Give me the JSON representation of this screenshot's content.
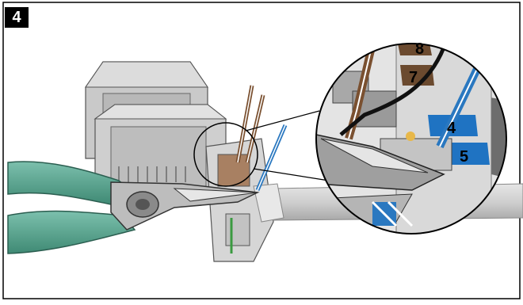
{
  "step": {
    "number": "4"
  },
  "zoom": {
    "labels": {
      "p8": "8",
      "p7": "7",
      "p4": "4",
      "p5": "5"
    }
  },
  "colors": {
    "frame": "#000000",
    "plier_handle": "#5fa592",
    "plier_handle_dark": "#3d7f6c",
    "metal": "#b4b4b4",
    "jack_body": "#c8c8c8",
    "wire_brown": "#7a5030",
    "wire_blue": "#2a78c0",
    "wire_black": "#111111",
    "wire_green": "#3a9a40",
    "label_brown": "#6b4a2f",
    "label_blue": "#1f73c2",
    "contact_gold": "#e8b84a"
  }
}
